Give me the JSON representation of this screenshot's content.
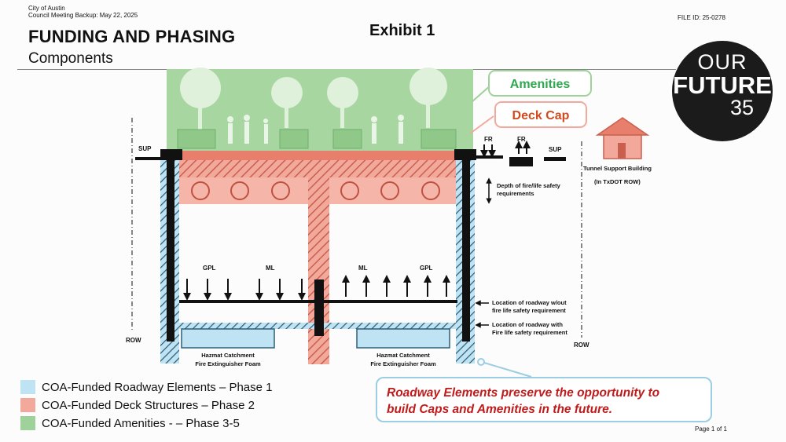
{
  "header": {
    "org": "City of Austin",
    "backup": "Council Meeting Backup: May 22, 2025",
    "title": "FUNDING AND PHASING",
    "subtitle": "Components",
    "exhibit": "Exhibit 1",
    "file_id": "FILE ID: 25-0278"
  },
  "logo": {
    "line1": "OUR",
    "line2": "FUTURE",
    "line3": "35"
  },
  "diagram": {
    "amenities_label": "Amenities",
    "deck_cap_label": "Deck Cap",
    "sup_left": "SUP",
    "sup_right": "SUP",
    "fr_left": "FR",
    "fr_right": "FR",
    "gpl_left": "GPL",
    "ml_left": "ML",
    "ml_right": "ML",
    "gpl_right": "GPL",
    "row_left": "ROW",
    "row_right": "ROW",
    "tunnel_building_1": "Tunnel Support Building",
    "tunnel_building_2": "(In TxDOT ROW)",
    "depth_1": "Depth of fire/life safety",
    "depth_2": "requirements",
    "loc_without_1": "Location of roadway w/out",
    "loc_without_2": "fire life safety requirement",
    "loc_with_1": "Location of roadway with",
    "loc_with_2": "Fire life safety requirement",
    "hazmat_left_1": "Hazmat Catchment",
    "hazmat_left_2": "Fire Extinguisher Foam",
    "hazmat_right_1": "Hazmat Catchment",
    "hazmat_right_2": "Fire Extinguisher Foam"
  },
  "legend": [
    {
      "label": "COA-Funded Roadway Elements – Phase 1",
      "color": "#bfe3f2"
    },
    {
      "label": "COA-Funded Deck Structures – Phase 2",
      "color": "#f2a99b"
    },
    {
      "label": "COA-Funded Amenities - – Phase 3-5",
      "color": "#9fd19a"
    }
  ],
  "callout": {
    "line1": "Roadway Elements preserve the opportunity to",
    "line2": "build Caps and Amenities in the future."
  },
  "footer": {
    "page": "Page 1 of 1"
  },
  "colors": {
    "blue": "#bfe3f2",
    "salmon": "#f2a99b",
    "green": "#9fd19a",
    "callout_text": "#c11a1a",
    "amenities_text": "#2fa84f",
    "deck_text": "#d14a1e"
  }
}
